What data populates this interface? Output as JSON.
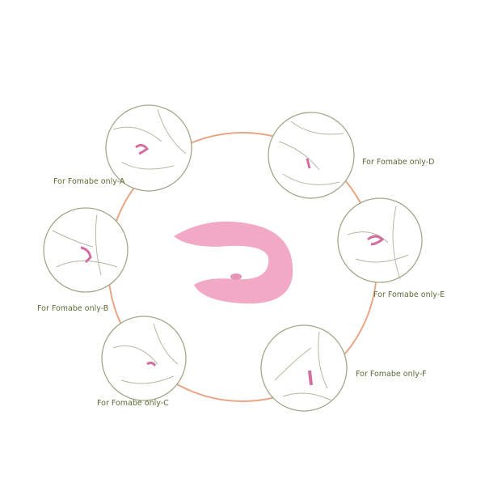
{
  "labels": {
    "a": "For Fomabe only-A",
    "b": "For Fomabe only-B",
    "c": "For Fomabe only-C",
    "d": "For Fomabe only-D",
    "e": "For Fomabe only-E",
    "f": "For Fomabe only-F"
  },
  "colors": {
    "ring": "#e9a585",
    "circle": "#a3a88a",
    "text": "#5b6b35",
    "device": "#f2a9c6"
  }
}
